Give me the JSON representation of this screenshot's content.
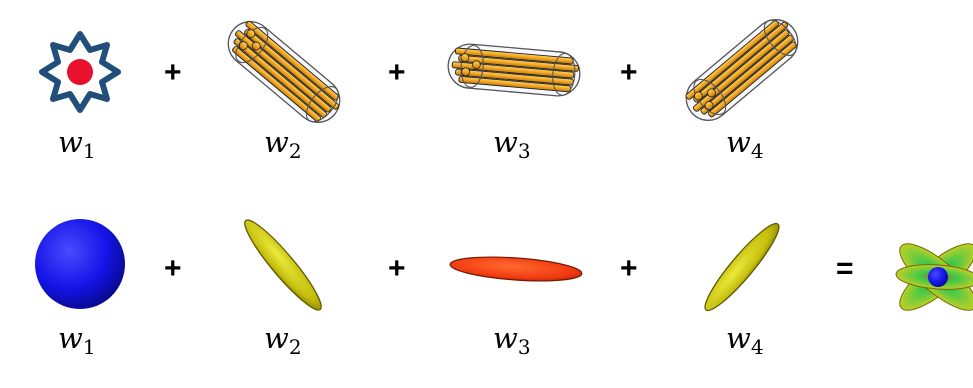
{
  "row1": {
    "terms": [
      {
        "shape": "star-compartment",
        "label_var": "w",
        "label_sub": "1",
        "color": "#e8102a",
        "outline": "#1f4f7a"
      },
      {
        "shape": "fiber-bundle",
        "label_var": "w",
        "label_sub": "2",
        "color": "#f4a81f",
        "orientation": "diagonal-down"
      },
      {
        "shape": "fiber-bundle",
        "label_var": "w",
        "label_sub": "3",
        "color": "#f4a81f",
        "orientation": "horizontal"
      },
      {
        "shape": "fiber-bundle",
        "label_var": "w",
        "label_sub": "4",
        "color": "#f4a81f",
        "orientation": "diagonal-up"
      }
    ],
    "operators": [
      "+",
      "+",
      "+"
    ]
  },
  "row2": {
    "terms": [
      {
        "shape": "sphere",
        "label_var": "w",
        "label_sub": "1",
        "color": "#1a1aee"
      },
      {
        "shape": "ellipsoid",
        "label_var": "w",
        "label_sub": "2",
        "color": "#c9c20e",
        "orientation": "diagonal-down"
      },
      {
        "shape": "ellipsoid",
        "label_var": "w",
        "label_sub": "3",
        "color": "#f03a10",
        "orientation": "horizontal"
      },
      {
        "shape": "ellipsoid",
        "label_var": "w",
        "label_sub": "4",
        "color": "#c9c20e",
        "orientation": "diagonal-up"
      }
    ],
    "operators": [
      "+",
      "+",
      "+",
      "="
    ],
    "result": {
      "shape": "multi-lobe-odf",
      "colors": [
        "#e8d21a",
        "#3ec84a",
        "#e83a10",
        "#1a1aee"
      ]
    }
  }
}
